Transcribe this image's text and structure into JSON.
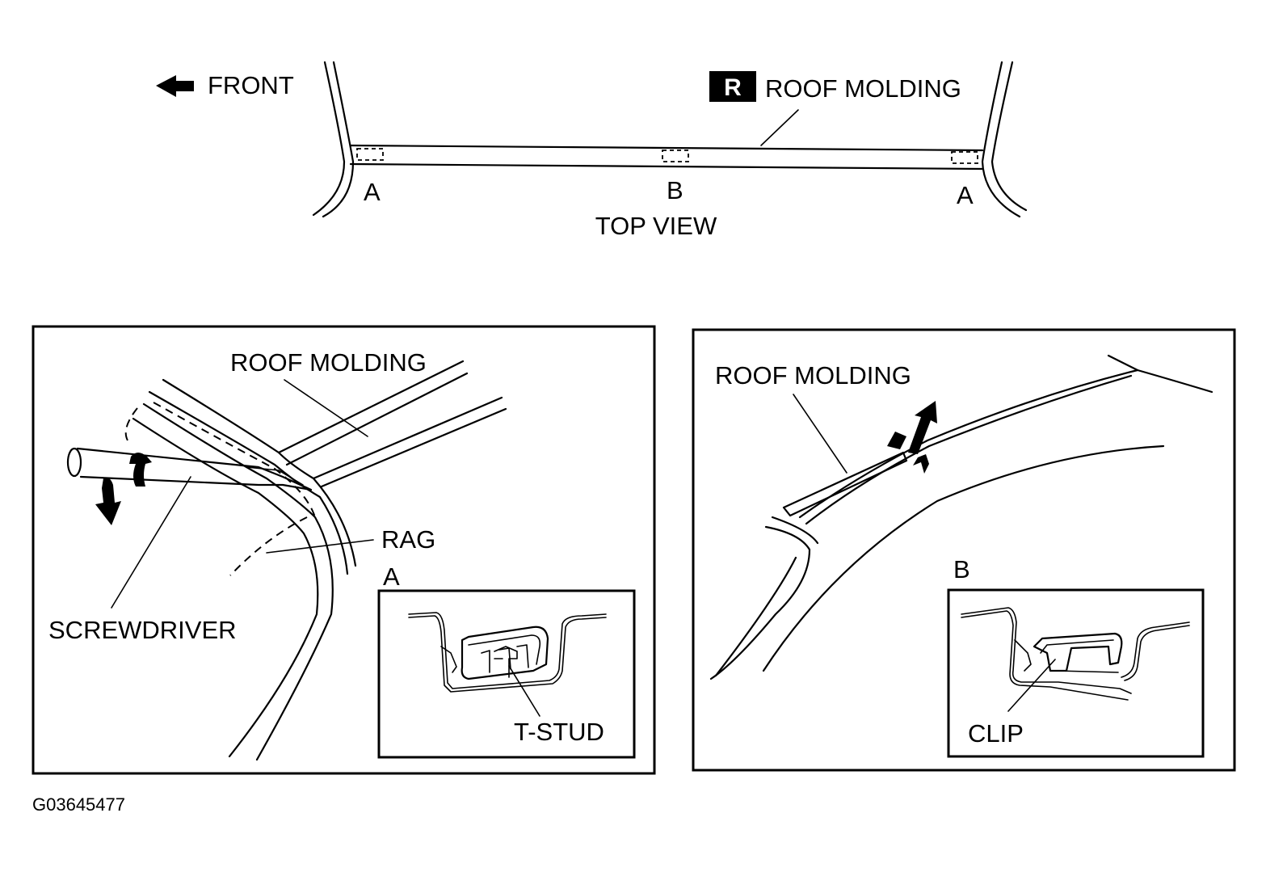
{
  "top_view": {
    "front_label": "FRONT",
    "badge_letter": "R",
    "molding_label": "ROOF MOLDING",
    "point_a_left": "A",
    "point_b": "B",
    "point_a_right": "A",
    "view_caption": "TOP VIEW"
  },
  "left_panel": {
    "molding_label": "ROOF MOLDING",
    "rag_label": "RAG",
    "screwdriver_label": "SCREWDRIVER",
    "inset_letter": "A",
    "inset_label": "T-STUD"
  },
  "right_panel": {
    "molding_label": "ROOF MOLDING",
    "inset_letter": "B",
    "inset_label": "CLIP"
  },
  "figure_id": "G03645477",
  "colors": {
    "ink": "#000000",
    "paper": "#ffffff"
  }
}
